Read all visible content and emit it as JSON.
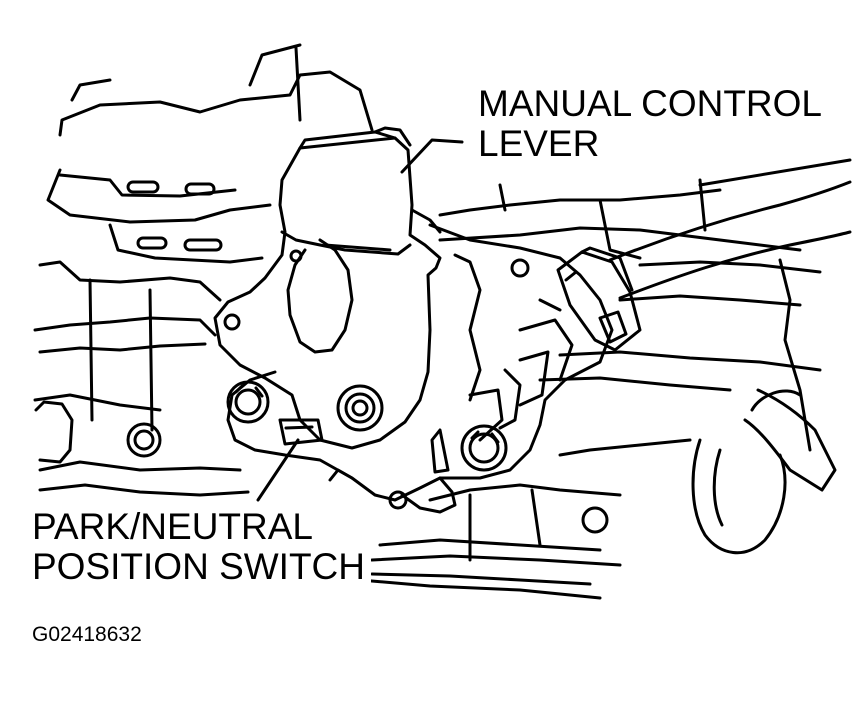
{
  "labels": {
    "manual_control_lever": {
      "line1": "MANUAL CONTROL",
      "line2": "LEVER"
    },
    "park_neutral_switch": {
      "line1": "PARK/NEUTRAL",
      "line2": "POSITION SWITCH"
    },
    "figure_code": "G02418632"
  },
  "colors": {
    "ink": "#000000",
    "paper": "#ffffff"
  }
}
